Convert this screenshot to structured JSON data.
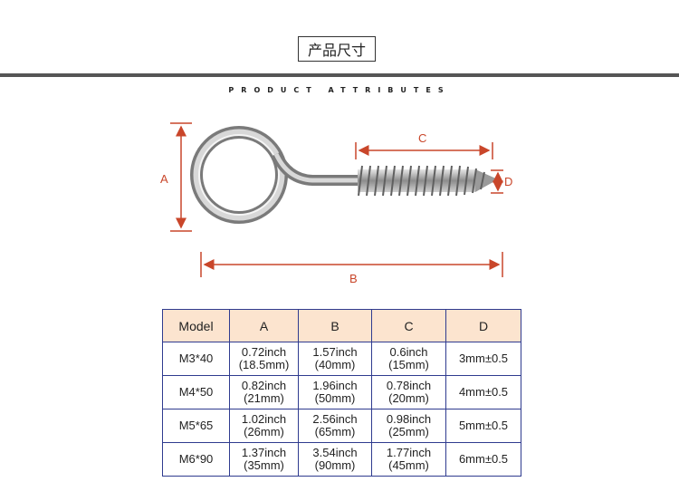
{
  "header": {
    "title": "产品尺寸",
    "subtitle": "PRODUCT ATTRIBUTES"
  },
  "diagram": {
    "labels": {
      "a": "A",
      "b": "B",
      "c": "C",
      "d": "D"
    },
    "colors": {
      "dimension": "#c9462a",
      "metal": "#b0b0b0"
    }
  },
  "table": {
    "headers": [
      "Model",
      "A",
      "B",
      "C",
      "D"
    ],
    "rows": [
      {
        "model": "M3*40",
        "a1": "0.72inch",
        "a2": "(18.5mm)",
        "b1": "1.57inch",
        "b2": "(40mm)",
        "c1": "0.6inch",
        "c2": "(15mm)",
        "d": "3mm±0.5"
      },
      {
        "model": "M4*50",
        "a1": "0.82inch",
        "a2": "(21mm)",
        "b1": "1.96inch",
        "b2": "(50mm)",
        "c1": "0.78inch",
        "c2": "(20mm)",
        "d": "4mm±0.5"
      },
      {
        "model": "M5*65",
        "a1": "1.02inch",
        "a2": "(26mm)",
        "b1": "2.56inch",
        "b2": "(65mm)",
        "c1": "0.98inch",
        "c2": "(25mm)",
        "d": "5mm±0.5"
      },
      {
        "model": "M6*90",
        "a1": "1.37inch",
        "a2": "(35mm)",
        "b1": "3.54inch",
        "b2": "(90mm)",
        "c1": "1.77inch",
        "c2": "(45mm)",
        "d": "6mm±0.5"
      }
    ],
    "colors": {
      "header_bg": "#fce4cf",
      "border": "#2f3b8f"
    }
  }
}
